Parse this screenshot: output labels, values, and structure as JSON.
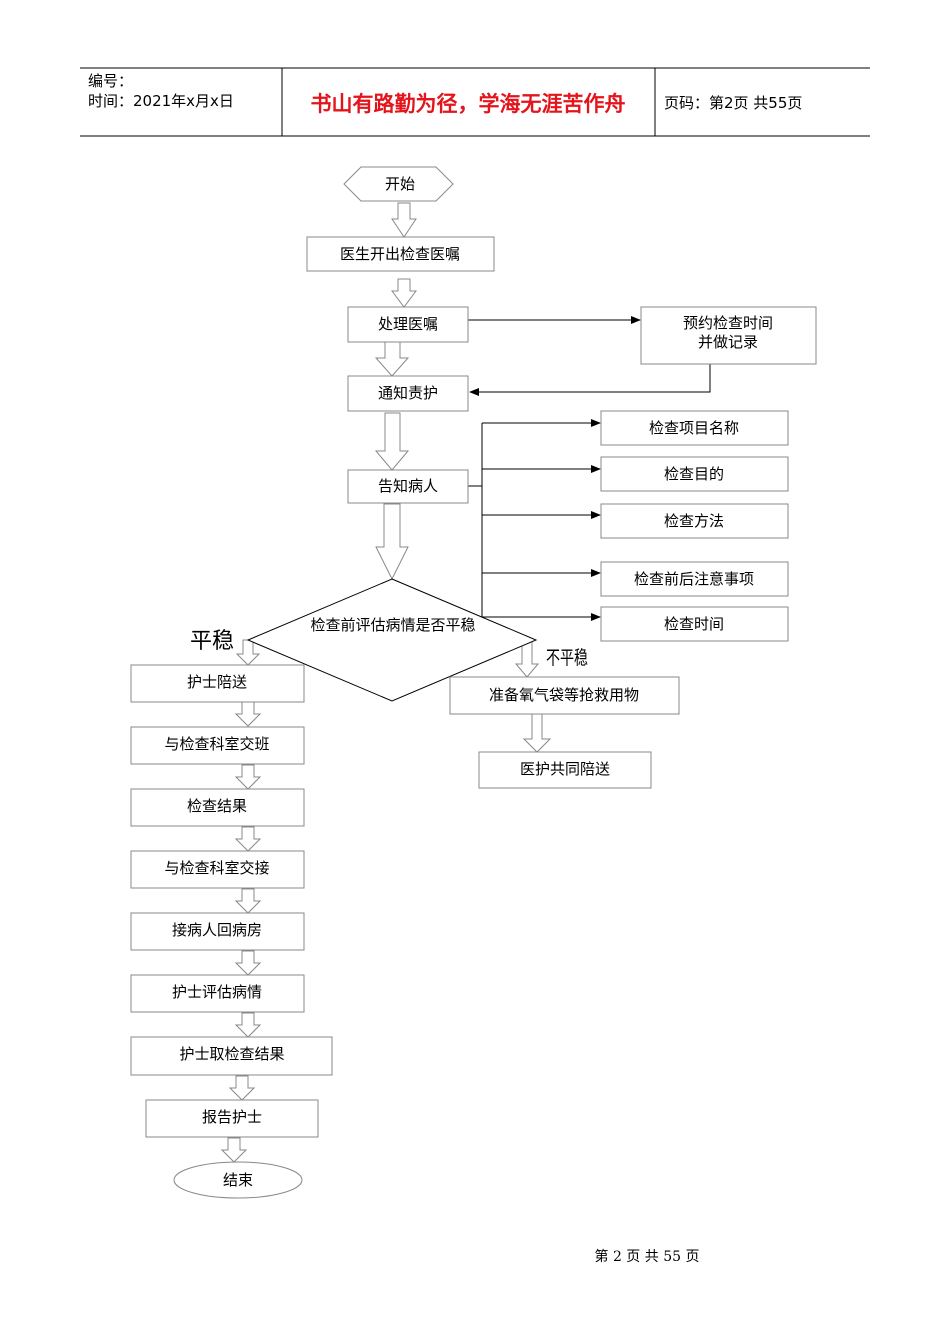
{
  "header": {
    "number_label": "编号：",
    "time_label": "时间：2021年x月x日",
    "motto": "书山有路勤为径，学海无涯苦作舟",
    "page_label": "页码：第2页  共55页"
  },
  "flowchart": {
    "start": "开始",
    "doctor_order": "医生开出检查医嘱",
    "process_order": "处理医嘱",
    "appointment_line1": "预约检查时间",
    "appointment_line2": "并做记录",
    "notify_nurse": "通知责护",
    "inform_patient": "告知病人",
    "info_items": [
      "检查项目名称",
      "检查目的",
      "检查方法",
      "检查前后注意事项",
      "检查时间"
    ],
    "decision": "检查前评估病情是否平稳",
    "stable_label": "平稳",
    "unstable_label": "不平稳",
    "stable_steps": [
      "护士陪送",
      "与检查科室交班",
      "检查结果",
      "与检查科室交接",
      "接病人回病房",
      "护士评估病情",
      "护士取检查结果",
      "报告护士"
    ],
    "unstable_steps": [
      "准备氧气袋等抢救用物",
      "医护共同陪送"
    ],
    "end": "结束"
  },
  "footer": {
    "page_text": "第 2 页 共 55 页"
  }
}
